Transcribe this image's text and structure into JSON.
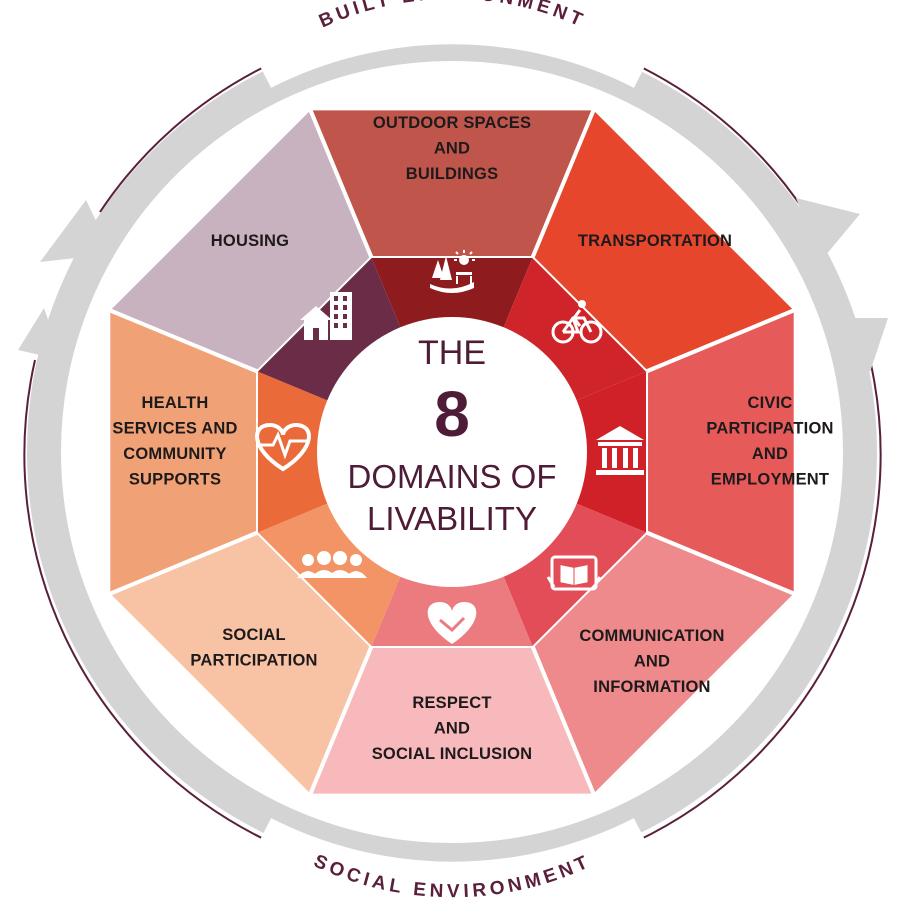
{
  "outer_labels": {
    "top": "BUILT ENVIRONMENT",
    "bottom": "SOCIAL ENVIRONMENT"
  },
  "center": {
    "line1": "THE",
    "line2": "8",
    "line3": "DOMAINS OF",
    "line4": "LIVABILITY"
  },
  "domains": [
    {
      "id": "outdoor",
      "lines": [
        "OUTDOOR SPACES",
        "AND",
        "BUILDINGS"
      ],
      "icon": "park-icon",
      "outer_color": "#c0564b",
      "inner_color": "#8e1c1f"
    },
    {
      "id": "transportation",
      "lines": [
        "TRANSPORTATION"
      ],
      "icon": "bicycle-icon",
      "outer_color": "#e5462c",
      "inner_color": "#d0242b"
    },
    {
      "id": "civic",
      "lines": [
        "CIVIC",
        "PARTICIPATION",
        "AND",
        "EMPLOYMENT"
      ],
      "icon": "government-building-icon",
      "outer_color": "#e75a5a",
      "inner_color": "#cf2127"
    },
    {
      "id": "communication",
      "lines": [
        "COMMUNICATION",
        "AND",
        "INFORMATION"
      ],
      "icon": "tablet-icon",
      "outer_color": "#ef8a8c",
      "inner_color": "#e24d57"
    },
    {
      "id": "respect",
      "lines": [
        "RESPECT",
        "AND",
        "SOCIAL INCLUSION"
      ],
      "icon": "heart-handshake-icon",
      "outer_color": "#f7b9bb",
      "inner_color": "#ec7b80"
    },
    {
      "id": "social",
      "lines": [
        "SOCIAL",
        "PARTICIPATION"
      ],
      "icon": "people-group-icon",
      "outer_color": "#f8c3a4",
      "inner_color": "#f29465"
    },
    {
      "id": "health",
      "lines": [
        "HEALTH",
        "SERVICES AND",
        "COMMUNITY",
        "SUPPORTS"
      ],
      "icon": "heartbeat-icon",
      "outer_color": "#f0a276",
      "inner_color": "#eb6a3a"
    },
    {
      "id": "housing",
      "lines": [
        "HOUSING"
      ],
      "icon": "house-building-icon",
      "outer_color": "#c8b2bf",
      "inner_color": "#6b2c48"
    }
  ],
  "colors": {
    "ring_gray": "#d4d4d4",
    "ring_line": "#5a1f3c",
    "center_text": "#4e1c37"
  }
}
